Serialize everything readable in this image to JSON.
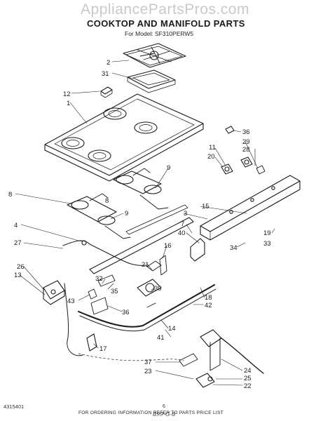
{
  "watermark": "AppliancePartsPros.com",
  "title": "COOKTOP AND MANIFOLD PARTS",
  "subtitle": "For Model: SF310PERW5",
  "callouts": [
    "2",
    "31",
    "12",
    "1",
    "36",
    "29",
    "11",
    "28",
    "20",
    "9",
    "8",
    "9",
    "8",
    "15",
    "4",
    "7",
    "40",
    "16",
    "27",
    "3",
    "34",
    "19",
    "33",
    "26",
    "21",
    "13",
    "32",
    "35",
    "39",
    "18",
    "42",
    "43",
    "36",
    "14",
    "41",
    "17",
    "37",
    "23",
    "24",
    "25",
    "22"
  ],
  "footer": "FOR ORDERING INFORMATION REFER TO PARTS PRICE LIST",
  "doc_number": "4315401",
  "page_number": "6",
  "handwritten_code": "899-G-8"
}
